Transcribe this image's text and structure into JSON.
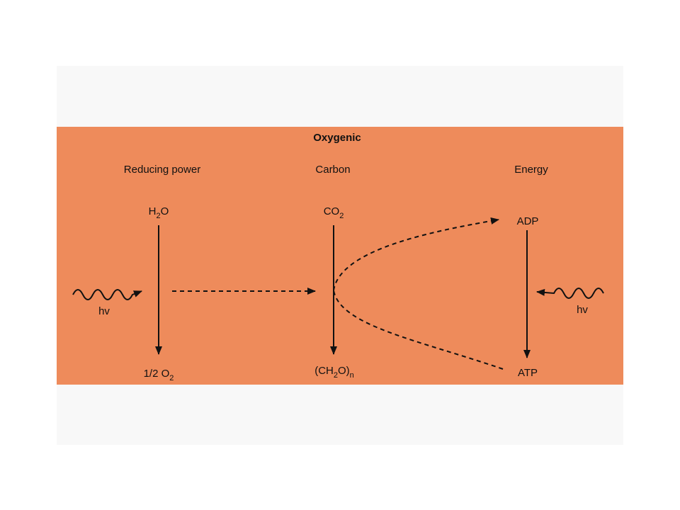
{
  "title": "Oxygenic",
  "columns": {
    "reducing": "Reducing power",
    "carbon": "Carbon",
    "energy": "Energy"
  },
  "species": {
    "h2o_main": "H",
    "h2o_sub": "2",
    "h2o_tail": "O",
    "o2_main": "1/2 O",
    "o2_sub": "2",
    "co2_main": "CO",
    "co2_sub": "2",
    "ch2o_a": "(CH",
    "ch2o_sub2": "2",
    "ch2o_b": "O)",
    "ch2o_subn": "n",
    "adp": "ADP",
    "atp": "ATP"
  },
  "light_left": "hv",
  "light_right": "hv",
  "colors": {
    "panel": "#ee8b5b",
    "figure_background": "#f8f8f8",
    "ink": "#111111"
  }
}
